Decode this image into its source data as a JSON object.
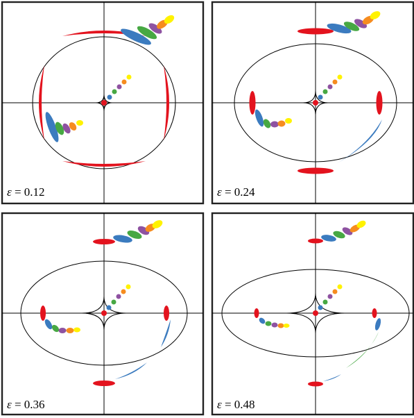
{
  "colors": {
    "red": "#e3131e",
    "blue": "#3b7bbf",
    "green": "#47a843",
    "purple": "#8e52a1",
    "orange": "#f68c1f",
    "yellow": "#fff200"
  },
  "panels": [
    {
      "label_symbol": "ε",
      "label_text": " = 0.12"
    },
    {
      "label_symbol": "ε",
      "label_text": " = 0.24"
    },
    {
      "label_symbol": "ε",
      "label_text": " = 0.36"
    },
    {
      "label_symbol": "ε",
      "label_text": " = 0.48"
    }
  ]
}
